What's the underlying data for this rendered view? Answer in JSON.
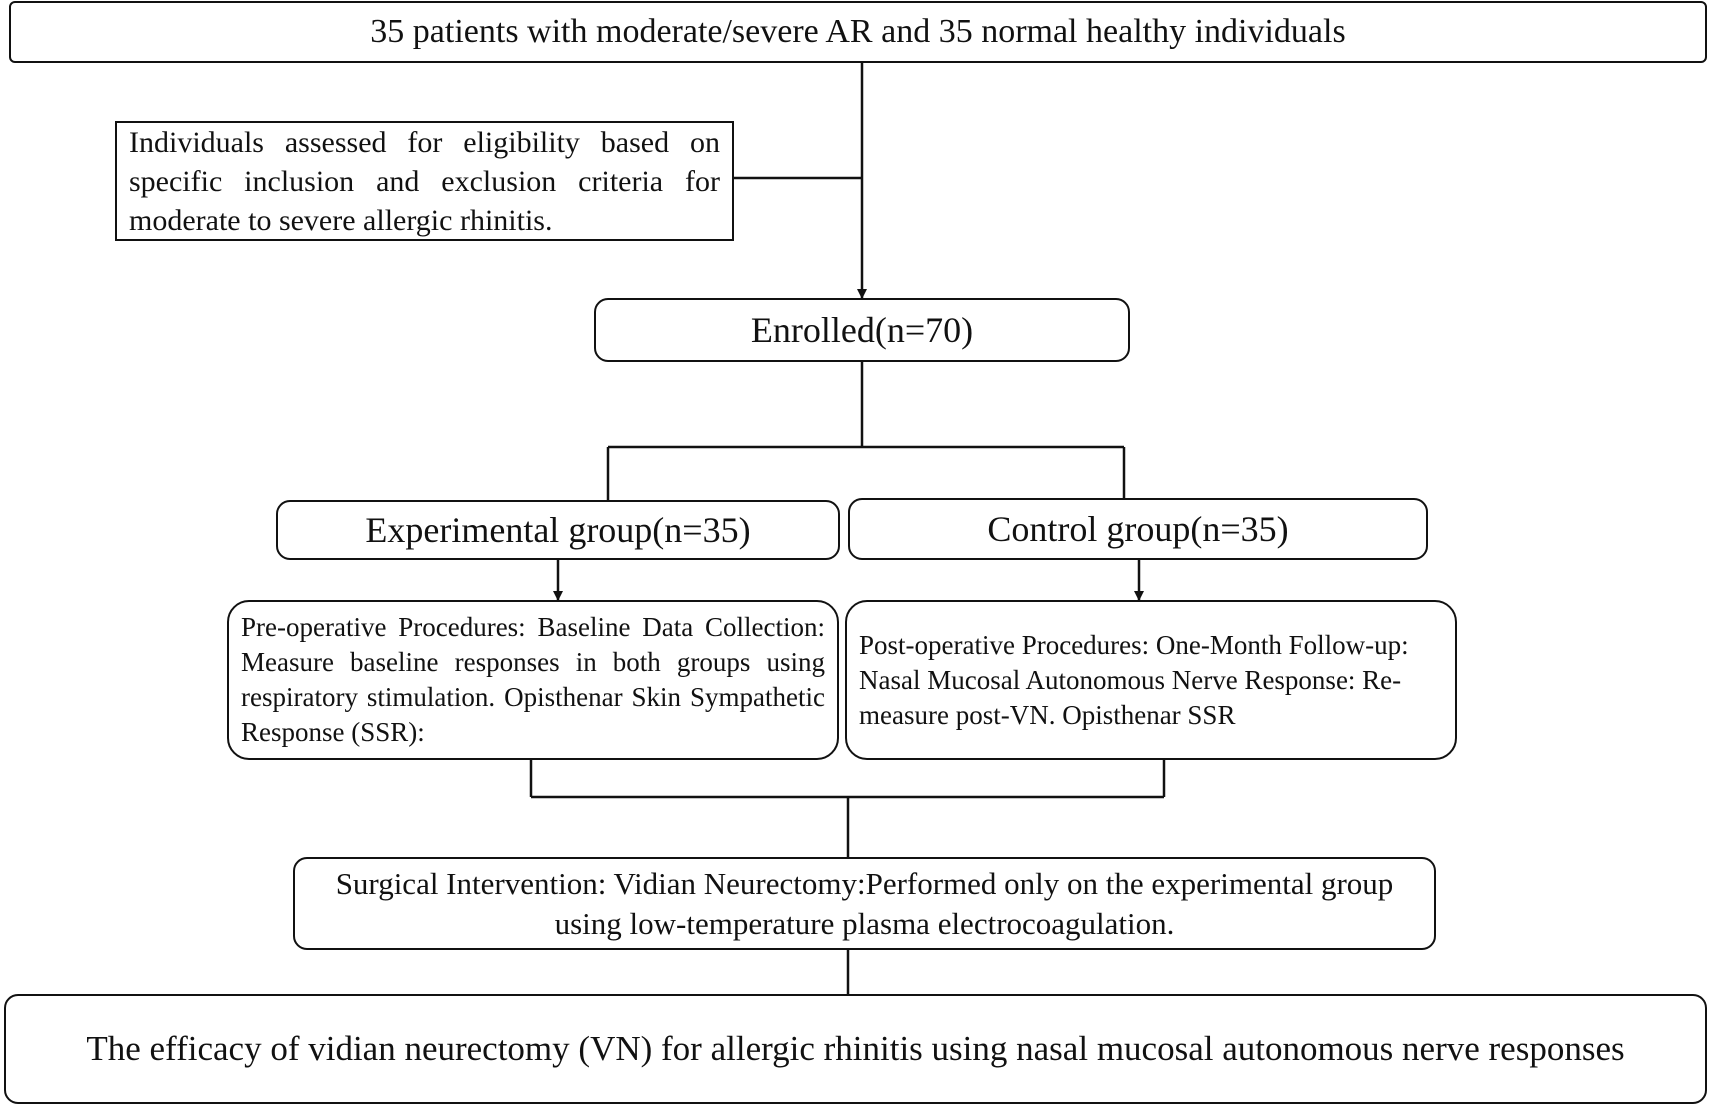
{
  "top_box": "35 patients with moderate/severe AR and 35 normal healthy individuals",
  "eligibility_box": "Individuals assessed for eligibility based on specific inclusion and exclusion criteria for moderate to severe allergic rhinitis.",
  "enrolled_box": "Enrolled(n=70)",
  "experimental_group": "Experimental group(n=35)",
  "control_group": "Control group(n=35)",
  "preop_box": "Pre-operative Procedures: Baseline Data Collection: Measure baseline responses in both groups using respiratory stimulation. Opisthenar Skin Sympathetic Response (SSR):",
  "postop_box": "Post-operative Procedures: One-Month Follow-up: Nasal Mucosal Autonomous Nerve Response: Re-measure post-VN. Opisthenar SSR",
  "surgical_box": "Surgical Intervention: Vidian Neurectomy:Performed only on the experimental group using low-temperature plasma electrocoagulation.",
  "bottom_box": "The efficacy of vidian neurectomy (VN) for allergic rhinitis using nasal mucosal autonomous nerve responses"
}
